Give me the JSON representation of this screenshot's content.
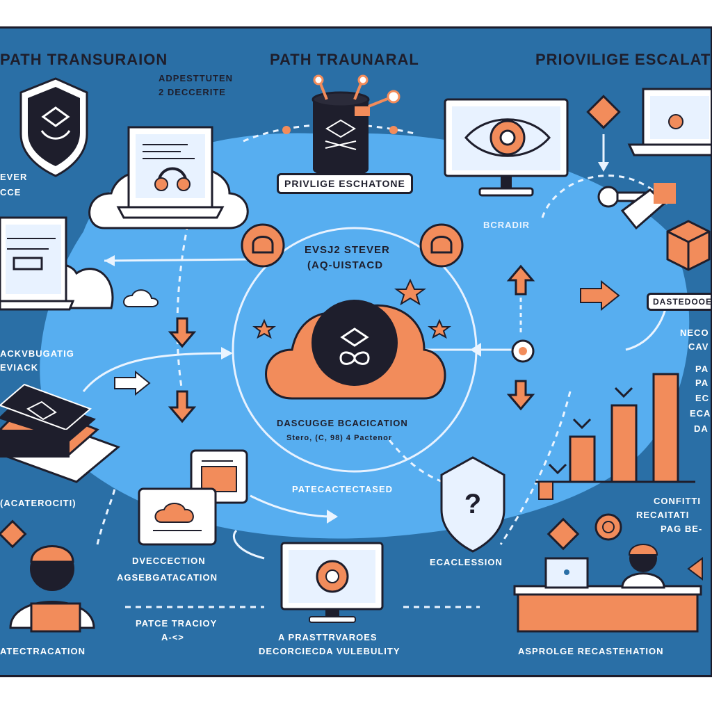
{
  "headers": {
    "left": "PATH TRANSURAION",
    "center": "PATH TRAUNARAL",
    "right": "PRIOVILIGE ESCALATI"
  },
  "labels": {
    "top_left_note_1": "ADPESTTUTEN",
    "top_left_note_2": "2 DECCERITE",
    "server_service_1": "EVER",
    "server_service_2": "CCE",
    "center_tag": "PRIVLIGE ESCHATONE",
    "right_note": "BCRADIR",
    "center_title_1": "EVSJ2 STEVER",
    "center_title_2": "(AQ-UISTACD",
    "left_mid_1": "ACKVBUGATIG",
    "left_mid_2": "EVIACK",
    "right_tag": "DASTEDOOE",
    "right_mid_1": "NECO",
    "right_mid_2": "CAV",
    "right_mid_3": "PA",
    "right_mid_4": "PA",
    "right_mid_5": "EC",
    "right_mid_6": "ECA",
    "right_mid_7": "DA",
    "center_caption": "DASCUGGE BCACICATION",
    "center_subcaption": "Stero, (C, 98) 4 Pactenor",
    "left_bottom_note": "(ACATEROCITI)",
    "mid_caption": "PATECACTECTASED",
    "right_bottom_1": "CONFITTI",
    "right_bottom_2": "RECAITATI",
    "right_bottom_3": "PAG BE-",
    "left_bottom_1": "DVECCECTION",
    "left_bottom_2": "AGSEBGATACATION",
    "mid_bottom_label": "ECACLESSION",
    "bottom_left_caption": "ATECTRACATION",
    "bottom_mid_1": "PATCE TRACIOY",
    "bottom_mid_2": "A-<>",
    "bottom_center_1": "A PRASTTRVAROES",
    "bottom_center_2": "DECORCIECDA VULEBULITY",
    "bottom_right_caption": "ASPROLGE RECASTEHATION"
  },
  "icons": [
    "shield-icon",
    "laptop-icon",
    "cloud-icon",
    "server-icon",
    "monitor-icon",
    "eye-icon",
    "key-icon",
    "box-icon",
    "star-icon",
    "up-arrow-icon",
    "down-arrow-icon",
    "question-shield-icon",
    "bar-chart-icon",
    "user-icon",
    "desk-icon",
    "stack-icon",
    "diamond-icon"
  ],
  "colors": {
    "board": "#2a6fa6",
    "ring": "#57aef0",
    "orange": "#f28c5b",
    "ink": "#1e1e2c",
    "panel": "#e8f2ff"
  }
}
